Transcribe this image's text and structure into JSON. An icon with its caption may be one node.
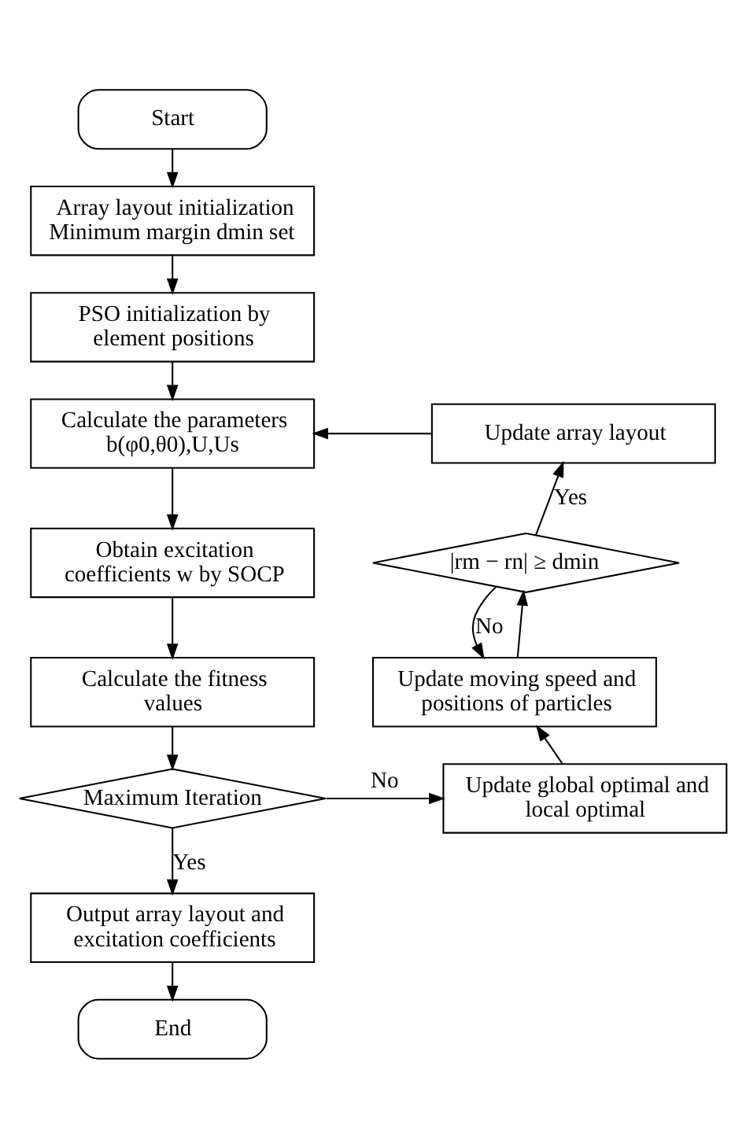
{
  "diagram": {
    "nodes": [
      {
        "text": [
          "Start"
        ]
      },
      {
        "text": [
          "Array layout initialization Minimum margin dmin set"
        ]
      },
      {
        "text": [
          "PSO initialization by element positions"
        ]
      },
      {
        "text": [
          "Calculate the parameters b(φ0,θ0),U,Us"
        ]
      },
      {
        "text": [
          "Obtain excitation coefficients w by SOCP"
        ]
      },
      {
        "text": [
          "Calculate the fitness values"
        ]
      },
      {
        "text": [
          "Maximum Iteration"
        ]
      },
      {
        "text": [
          "Output array layout and excitation coefficients"
        ]
      },
      {
        "text": [
          "End"
        ]
      },
      {
        "text": [
          "Update global optimal and local optimal"
        ]
      },
      {
        "text": [
          "Update moving speed and positions of particles"
        ]
      },
      {
        "text": [
          "|rm − rn| ≥ dmin"
        ]
      },
      {
        "text": [
          "Update array layout"
        ]
      }
    ],
    "edges": [
      {
        "from": 0,
        "to": 1,
        "arrow": "to"
      },
      {
        "from": 1,
        "to": 2,
        "arrow": "to"
      },
      {
        "from": 2,
        "to": 3,
        "arrow": "to"
      },
      {
        "from": 3,
        "to": 4,
        "arrow": "to"
      },
      {
        "from": 4,
        "to": 5,
        "arrow": "to"
      },
      {
        "from": 5,
        "to": 6,
        "arrow": "to"
      },
      {
        "from": 6,
        "to": 7,
        "arrow": "to",
        "label": "Yes"
      },
      {
        "from": 7,
        "to": 8,
        "arrow": "to"
      },
      {
        "from": 6,
        "to": 9,
        "arrow": "to",
        "label": "No"
      },
      {
        "from": 9,
        "to": 10,
        "arrow": "to"
      },
      {
        "from": 10,
        "to": 11,
        "arrow": "to"
      },
      {
        "from": 11,
        "to": 12,
        "arrow": "to",
        "label": "Yes"
      },
      {
        "from": 12,
        "to": 3,
        "arrow": "to"
      },
      {
        "from": 11,
        "to": 10,
        "arrow": "to",
        "label": "No"
      }
    ]
  }
}
